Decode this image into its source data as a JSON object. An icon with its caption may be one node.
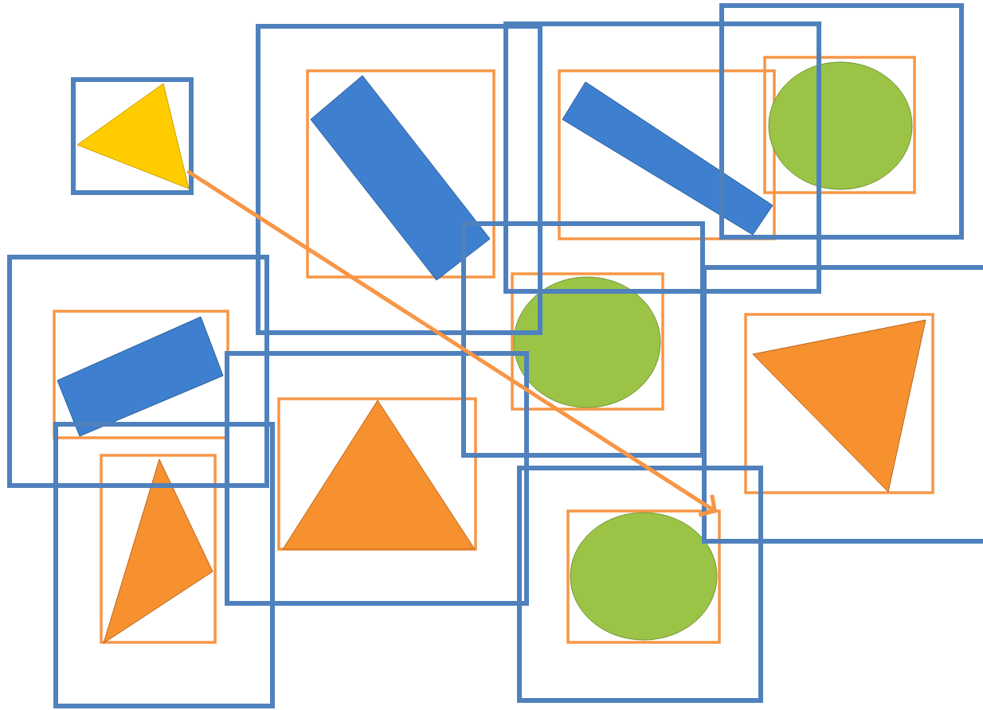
{
  "diagram": {
    "nodes": [
      {
        "text": [],
        "shape": "triangle"
      },
      {
        "text": [],
        "shape": "bar"
      },
      {
        "text": [],
        "shape": "bar"
      },
      {
        "text": [],
        "shape": "circle"
      },
      {
        "text": [],
        "shape": "bar"
      },
      {
        "text": [],
        "shape": "circle"
      },
      {
        "text": [],
        "shape": "triangle"
      },
      {
        "text": [],
        "shape": "triangle"
      },
      {
        "text": [],
        "shape": "triangle"
      },
      {
        "text": [],
        "shape": "circle"
      }
    ],
    "edges": [
      {
        "from": 0,
        "to": 9,
        "arrow": "to",
        "color": "#f79646"
      }
    ]
  }
}
